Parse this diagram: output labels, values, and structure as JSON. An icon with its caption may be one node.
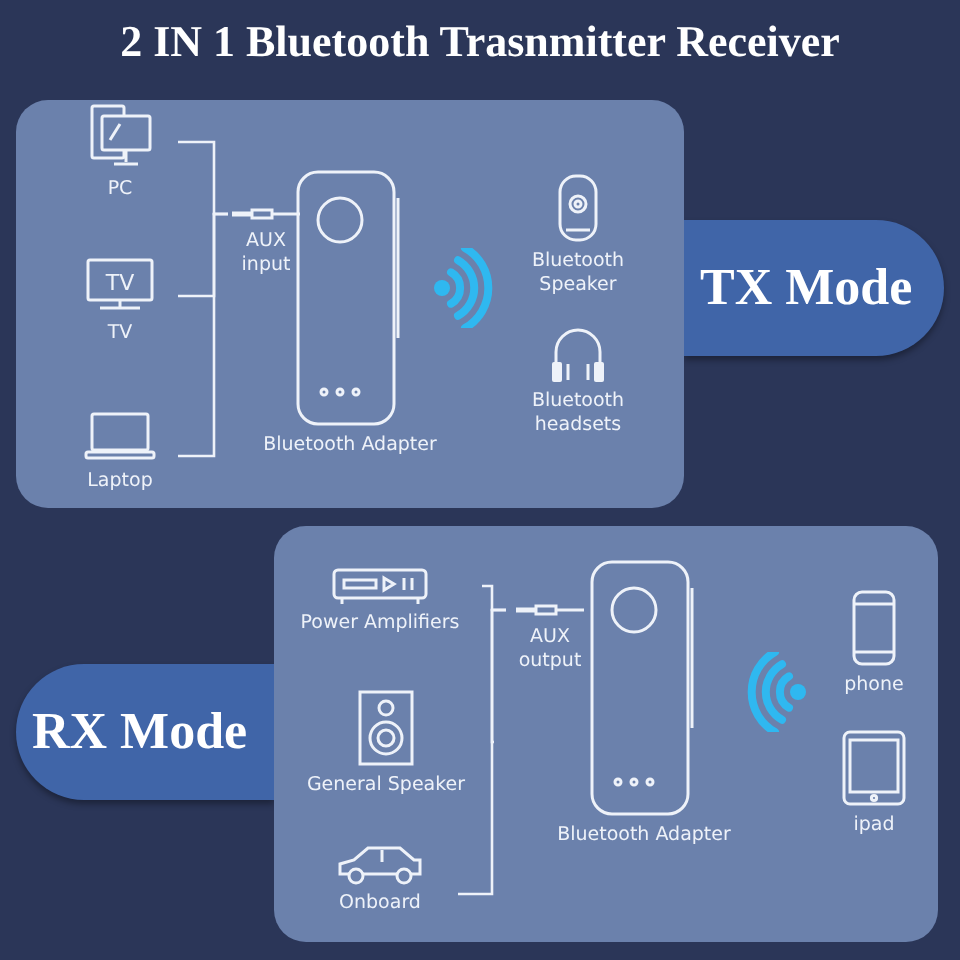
{
  "diagram": {
    "title": "2 IN 1 Bluetooth Trasnmitter Receiver",
    "nodes": [
      {
        "text": [],
        "shape": "box"
      },
      {
        "text": [
          "TX Mode"
        ]
      },
      {
        "text": [
          "PC"
        ],
        "in": 0
      },
      {
        "text": [
          "TV"
        ],
        "in": 0
      },
      {
        "text": [
          "Laptop"
        ],
        "in": 0
      },
      {
        "text": [
          "AUX input"
        ],
        "in": 0
      },
      {
        "text": [
          "Bluetooth Adapter"
        ],
        "in": 0
      },
      {
        "text": [
          "Bluetooth Speaker"
        ],
        "in": 0
      },
      {
        "text": [
          "Bluetooth headsets"
        ],
        "in": 0
      },
      {
        "text": [],
        "shape": "box"
      },
      {
        "text": [
          "RX Mode"
        ]
      },
      {
        "text": [
          "Power Amplifiers"
        ],
        "in": 9
      },
      {
        "text": [
          "General Speaker"
        ],
        "in": 9
      },
      {
        "text": [
          "Onboard"
        ],
        "in": 9
      },
      {
        "text": [
          "AUX output"
        ],
        "in": 9
      },
      {
        "text": [
          "Bluetooth Adapter"
        ],
        "in": 9
      },
      {
        "text": [
          "phone"
        ],
        "in": 9
      },
      {
        "text": [
          "ipad"
        ],
        "in": 9
      }
    ],
    "edges": [
      {
        "from": 2,
        "to": 5,
        "arrow": "none"
      },
      {
        "from": 3,
        "to": 5,
        "arrow": "none"
      },
      {
        "from": 4,
        "to": 5,
        "arrow": "none"
      },
      {
        "from": 11,
        "to": 14,
        "arrow": "none"
      },
      {
        "from": 12,
        "to": 14,
        "arrow": "none"
      },
      {
        "from": 13,
        "to": 14,
        "arrow": "none"
      }
    ],
    "labels": [
      "TV"
    ]
  }
}
